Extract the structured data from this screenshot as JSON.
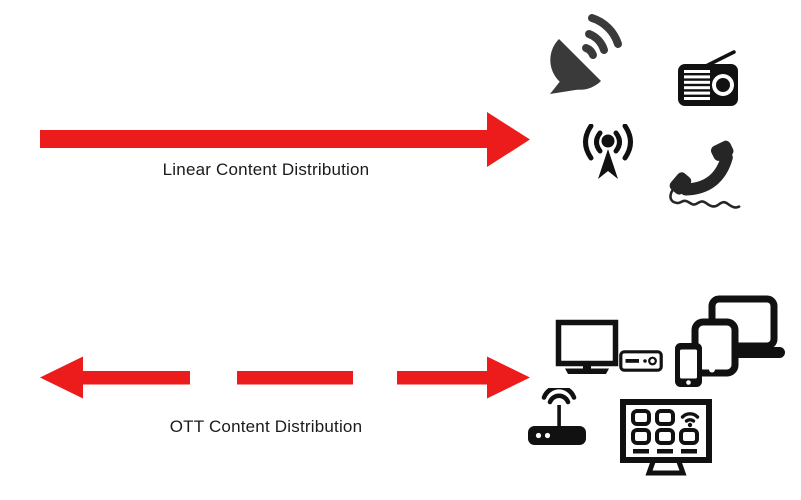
{
  "diagram": {
    "colors": {
      "background": "#ffffff",
      "arrow_color": "#ED1C1C",
      "icon_color": "#111111",
      "satellite_color": "#3a3a3a",
      "phone_color": "#262626",
      "text_color": "#1a1a1a"
    },
    "top_flow": {
      "label": "Linear Content Distribution",
      "direction": "right",
      "arrow_style": "solid",
      "target_icons": [
        "satellite-dish",
        "radio",
        "broadcast-antenna",
        "telephone"
      ]
    },
    "bottom_flow": {
      "label": "OTT Content Distribution",
      "direction": "bidirectional",
      "arrow_style": "dashed",
      "target_icons": [
        "tv-monitor",
        "set-top-box",
        "laptop",
        "tablet",
        "smartphone",
        "wifi-router",
        "smart-tv"
      ]
    }
  }
}
